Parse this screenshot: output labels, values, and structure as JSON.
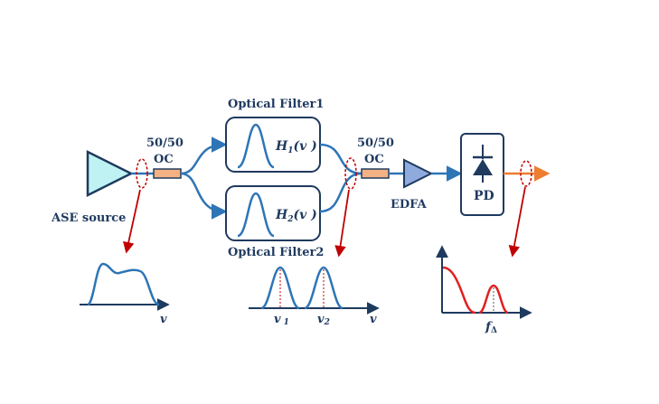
{
  "labels": {
    "ase_source": "ASE source",
    "coupler1": "50/50",
    "coupler1_sub": "OC",
    "coupler2": "50/50",
    "coupler2_sub": "OC",
    "filter1_title": "Optical Filter1",
    "filter2_title": "Optical Filter2",
    "filter1_H": "H",
    "filter1_sub": "1",
    "filter2_H": "H",
    "filter2_sub": "2",
    "nu": "v",
    "edfa": "EDFA",
    "pd": "PD"
  },
  "spectra": {
    "ase_axis": "v",
    "filtered_axis": "v",
    "peak1_main": "v",
    "peak1_sub": "1",
    "peak2_main": "v",
    "peak2_sub": "2",
    "rf_axis_main": "f",
    "rf_axis_sub": "Δ"
  },
  "colors": {
    "navy": "#1f3a5f",
    "fiber_blue": "#2e75b6",
    "ase_fill": "#bff3f3",
    "edfa_fill": "#8faadc",
    "coupler_fill": "#f4b183",
    "red": "#c00000",
    "spectrum_blue": "#2e75b6",
    "rf_red": "#e02020",
    "output_orange": "#ed7d31"
  }
}
